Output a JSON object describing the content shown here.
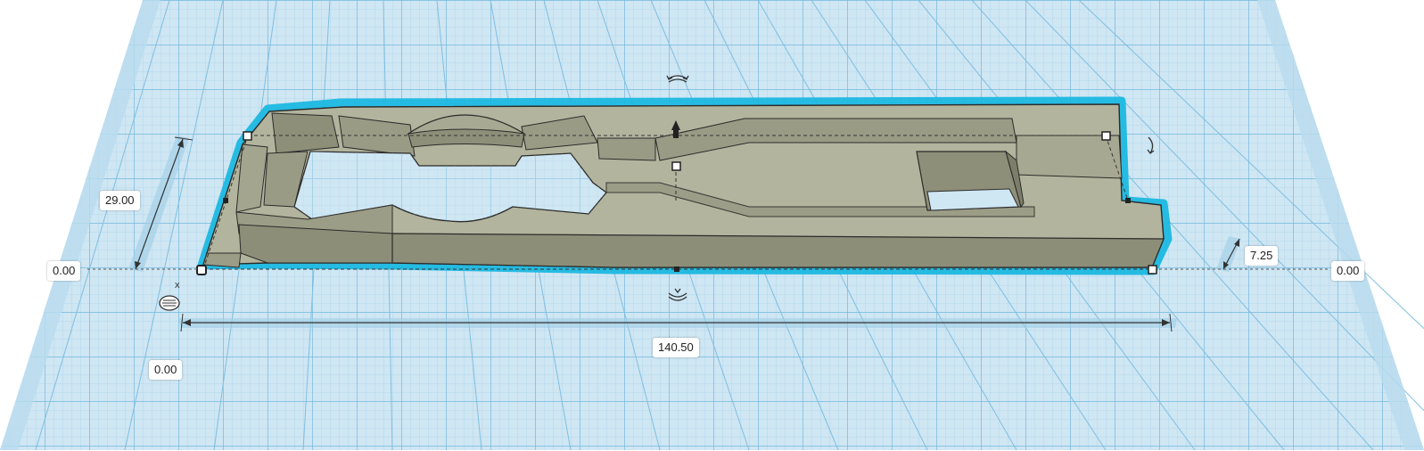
{
  "dimensions": {
    "width": "140.50",
    "depth": "29.00",
    "height": "7.25",
    "position_left": "0.00",
    "position_right": "0.00",
    "position_front": "0.00"
  },
  "icons": {
    "rotate_top": "rotate-arrow-icon",
    "rotate_bottom": "rotate-arrow-icon",
    "rotate_right": "rotate-arrow-icon",
    "lift": "lift-cone-icon",
    "ruler": "ruler-icon",
    "axis": "axis-x-icon"
  },
  "axis_label": "x",
  "colors": {
    "grid_bg": "#cfe6f3",
    "grid_minor": "#a7d3ea",
    "grid_major": "#6fb6db",
    "shape_top": "#b2b39c",
    "shape_side": "#8d8e78",
    "shape_side_light": "#9c9d86",
    "selection_outline": "#1cb8e0",
    "edge": "#2a2a2a"
  }
}
